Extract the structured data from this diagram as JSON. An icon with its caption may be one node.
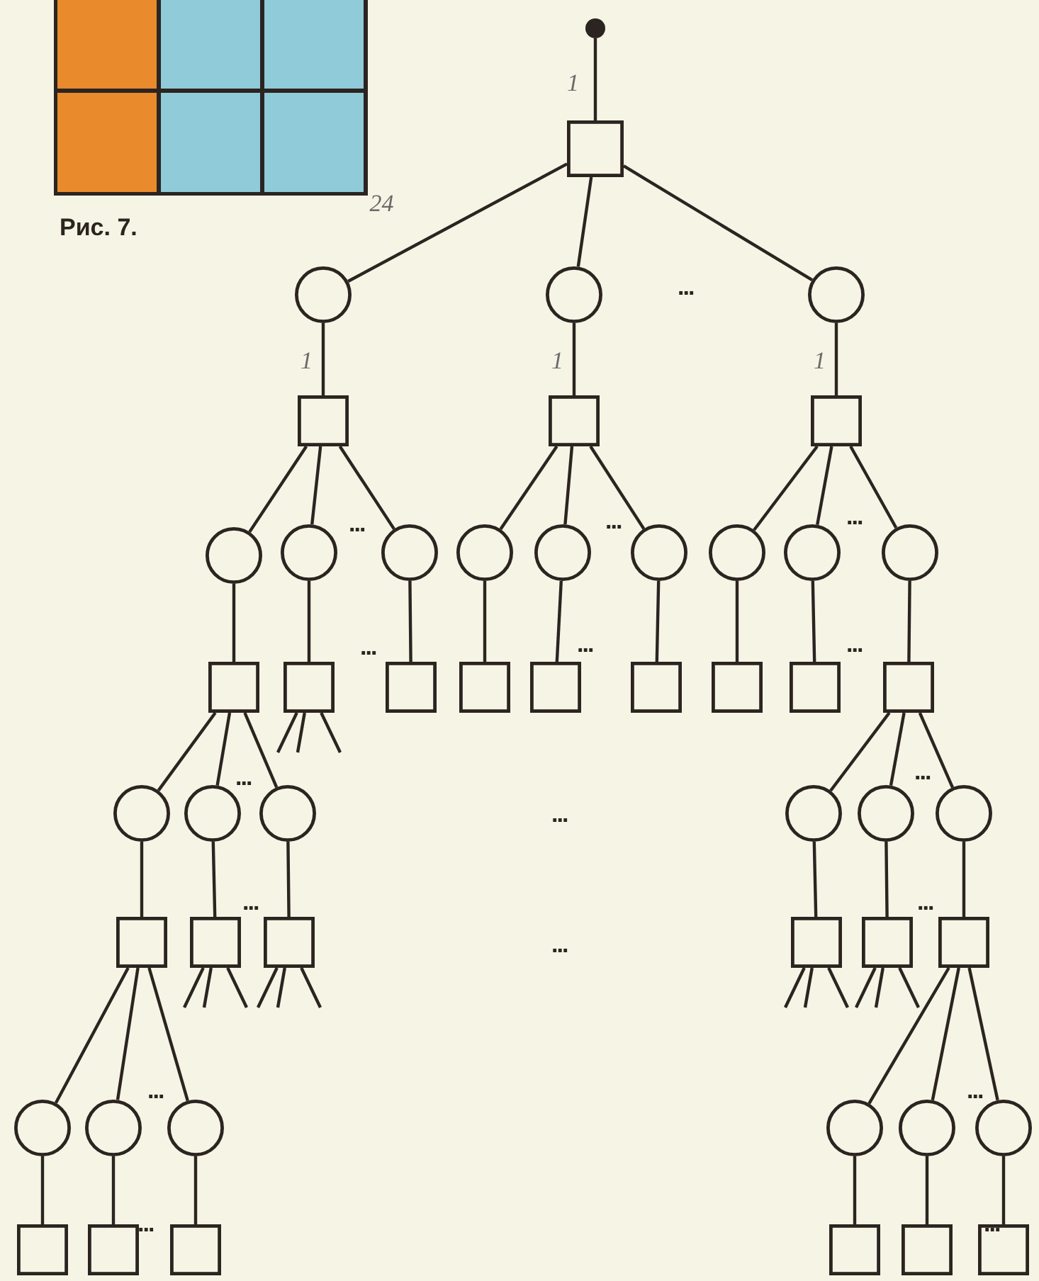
{
  "diagram": {
    "nodes": [
      {
        "text": [],
        "shape": "dot"
      },
      {
        "text": [],
        "shape": "box"
      },
      {
        "text": [],
        "shape": "circle"
      },
      {
        "text": [],
        "shape": "circle"
      },
      {
        "text": [],
        "shape": "circle"
      },
      {
        "text": [],
        "shape": "box"
      },
      {
        "text": [],
        "shape": "box"
      },
      {
        "text": [],
        "shape": "box"
      },
      {
        "text": [],
        "shape": "circle"
      },
      {
        "text": [],
        "shape": "circle"
      },
      {
        "text": [],
        "shape": "circle"
      },
      {
        "text": [],
        "shape": "circle"
      },
      {
        "text": [],
        "shape": "circle"
      },
      {
        "text": [],
        "shape": "circle"
      },
      {
        "text": [],
        "shape": "circle"
      },
      {
        "text": [],
        "shape": "circle"
      },
      {
        "text": [],
        "shape": "circle"
      },
      {
        "text": [],
        "shape": "box"
      },
      {
        "text": [],
        "shape": "box"
      },
      {
        "text": [],
        "shape": "box"
      },
      {
        "text": [],
        "shape": "box"
      },
      {
        "text": [],
        "shape": "box"
      },
      {
        "text": [],
        "shape": "box"
      },
      {
        "text": [],
        "shape": "box"
      },
      {
        "text": [],
        "shape": "box"
      },
      {
        "text": [],
        "shape": "box"
      },
      {
        "text": [],
        "shape": "circle"
      },
      {
        "text": [],
        "shape": "circle"
      },
      {
        "text": [],
        "shape": "circle"
      },
      {
        "text": [],
        "shape": "circle"
      },
      {
        "text": [],
        "shape": "circle"
      },
      {
        "text": [],
        "shape": "circle"
      },
      {
        "text": [],
        "shape": "box"
      },
      {
        "text": [],
        "shape": "box"
      },
      {
        "text": [],
        "shape": "box"
      },
      {
        "text": [],
        "shape": "box"
      },
      {
        "text": [],
        "shape": "box"
      },
      {
        "text": [],
        "shape": "box"
      },
      {
        "text": [],
        "shape": "circle"
      },
      {
        "text": [],
        "shape": "circle"
      },
      {
        "text": [],
        "shape": "circle"
      },
      {
        "text": [],
        "shape": "circle"
      },
      {
        "text": [],
        "shape": "circle"
      },
      {
        "text": [],
        "shape": "circle"
      },
      {
        "text": [],
        "shape": "box"
      },
      {
        "text": [],
        "shape": "box"
      },
      {
        "text": [],
        "shape": "box"
      },
      {
        "text": [],
        "shape": "box"
      },
      {
        "text": [],
        "shape": "box"
      },
      {
        "text": [],
        "shape": "box"
      }
    ],
    "edges": [
      {
        "from": 0,
        "to": 1,
        "arrow": "none",
        "label": "1"
      },
      {
        "from": 1,
        "to": 2,
        "arrow": "none",
        "label": "24"
      },
      {
        "from": 1,
        "to": 3,
        "arrow": "none"
      },
      {
        "from": 1,
        "to": 4,
        "arrow": "none"
      },
      {
        "from": 2,
        "to": 5,
        "arrow": "none",
        "label": "1"
      },
      {
        "from": 3,
        "to": 6,
        "arrow": "none",
        "label": "1"
      },
      {
        "from": 4,
        "to": 7,
        "arrow": "none",
        "label": "1"
      },
      {
        "from": 5,
        "to": 8,
        "arrow": "none"
      },
      {
        "from": 5,
        "to": 9,
        "arrow": "none"
      },
      {
        "from": 5,
        "to": 10,
        "arrow": "none"
      },
      {
        "from": 6,
        "to": 11,
        "arrow": "none"
      },
      {
        "from": 6,
        "to": 12,
        "arrow": "none"
      },
      {
        "from": 6,
        "to": 13,
        "arrow": "none"
      },
      {
        "from": 7,
        "to": 14,
        "arrow": "none"
      },
      {
        "from": 7,
        "to": 15,
        "arrow": "none"
      },
      {
        "from": 7,
        "to": 16,
        "arrow": "none"
      },
      {
        "from": 8,
        "to": 17,
        "arrow": "none"
      },
      {
        "from": 9,
        "to": 18,
        "arrow": "none"
      },
      {
        "from": 10,
        "to": 19,
        "arrow": "none"
      },
      {
        "from": 11,
        "to": 20,
        "arrow": "none"
      },
      {
        "from": 12,
        "to": 21,
        "arrow": "none"
      },
      {
        "from": 13,
        "to": 22,
        "arrow": "none"
      },
      {
        "from": 14,
        "to": 23,
        "arrow": "none"
      },
      {
        "from": 15,
        "to": 24,
        "arrow": "none"
      },
      {
        "from": 16,
        "to": 25,
        "arrow": "none"
      },
      {
        "from": 18,
        "to": null,
        "arrow": "none"
      },
      {
        "from": 18,
        "to": null,
        "arrow": "none"
      },
      {
        "from": 18,
        "to": null,
        "arrow": "none"
      },
      {
        "from": 17,
        "to": 26,
        "arrow": "none"
      },
      {
        "from": 17,
        "to": 27,
        "arrow": "none"
      },
      {
        "from": 17,
        "to": 28,
        "arrow": "none"
      },
      {
        "from": 25,
        "to": 29,
        "arrow": "none"
      },
      {
        "from": 25,
        "to": 30,
        "arrow": "none"
      },
      {
        "from": 25,
        "to": 31,
        "arrow": "none"
      },
      {
        "from": 26,
        "to": 32,
        "arrow": "none"
      },
      {
        "from": 27,
        "to": 33,
        "arrow": "none"
      },
      {
        "from": 28,
        "to": 34,
        "arrow": "none"
      },
      {
        "from": 29,
        "to": 35,
        "arrow": "none"
      },
      {
        "from": 30,
        "to": 36,
        "arrow": "none"
      },
      {
        "from": 31,
        "to": 37,
        "arrow": "none"
      },
      {
        "from": 33,
        "to": null,
        "arrow": "none"
      },
      {
        "from": 33,
        "to": null,
        "arrow": "none"
      },
      {
        "from": 33,
        "to": null,
        "arrow": "none"
      },
      {
        "from": 34,
        "to": null,
        "arrow": "none"
      },
      {
        "from": 34,
        "to": null,
        "arrow": "none"
      },
      {
        "from": 34,
        "to": null,
        "arrow": "none"
      },
      {
        "from": 35,
        "to": null,
        "arrow": "none"
      },
      {
        "from": 35,
        "to": null,
        "arrow": "none"
      },
      {
        "from": 35,
        "to": null,
        "arrow": "none"
      },
      {
        "from": 36,
        "to": null,
        "arrow": "none"
      },
      {
        "from": 36,
        "to": null,
        "arrow": "none"
      },
      {
        "from": 36,
        "to": null,
        "arrow": "none"
      },
      {
        "from": 32,
        "to": 38,
        "arrow": "none"
      },
      {
        "from": 32,
        "to": 39,
        "arrow": "none"
      },
      {
        "from": 32,
        "to": 40,
        "arrow": "none"
      },
      {
        "from": 37,
        "to": 41,
        "arrow": "none"
      },
      {
        "from": 37,
        "to": 42,
        "arrow": "none"
      },
      {
        "from": 37,
        "to": 43,
        "arrow": "none"
      },
      {
        "from": 38,
        "to": 44,
        "arrow": "none"
      },
      {
        "from": 39,
        "to": 45,
        "arrow": "none"
      },
      {
        "from": 40,
        "to": 46,
        "arrow": "none"
      },
      {
        "from": 41,
        "to": 47,
        "arrow": "none"
      },
      {
        "from": 42,
        "to": 48,
        "arrow": "none"
      },
      {
        "from": 43,
        "to": 49,
        "arrow": "none"
      }
    ],
    "labels": [
      "Рис. 7.",
      "...",
      "...",
      "...",
      "...",
      "...",
      "...",
      "...",
      "...",
      "...",
      "...",
      "...",
      "...",
      "...",
      "...",
      "...",
      "...",
      "..."
    ]
  }
}
